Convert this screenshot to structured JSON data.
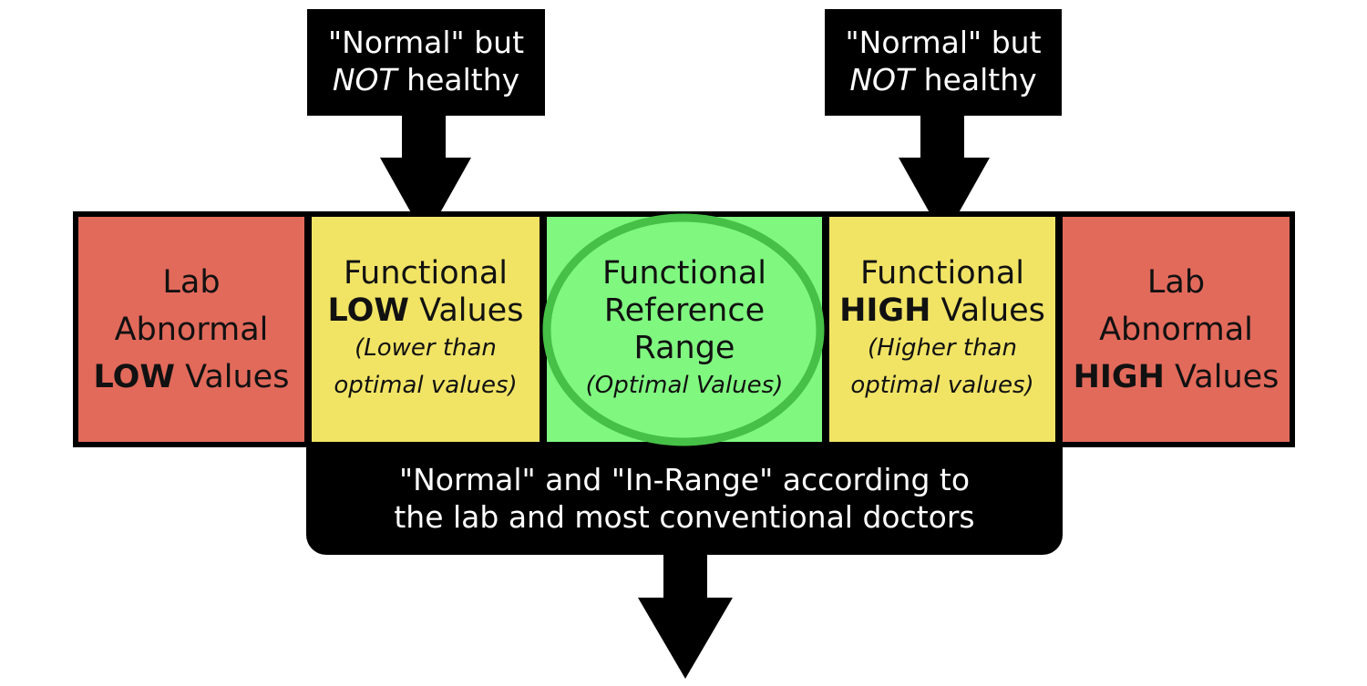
{
  "callouts": {
    "left": {
      "line1": "\"Normal\" but",
      "line2_emph": "NOT",
      "line2_rest": " healthy"
    },
    "right": {
      "line1": "\"Normal\" but",
      "line2_emph": "NOT",
      "line2_rest": " healthy"
    }
  },
  "cells": {
    "lab_low": {
      "l1": "Lab",
      "l2": "Abnormal",
      "l3_bold": "LOW",
      "l3_rest": " Values"
    },
    "func_low": {
      "l1": "Functional",
      "l2_bold": "LOW",
      "l2_rest": " Values",
      "s1": "(Lower than",
      "s2": "optimal values)"
    },
    "optimal": {
      "l1": "Functional",
      "l2": "Reference",
      "l3": "Range",
      "s1": "(Optimal Values)"
    },
    "func_high": {
      "l1": "Functional",
      "l2_bold": "HIGH",
      "l2_rest": " Values",
      "s1": "(Higher than",
      "s2": "optimal values)"
    },
    "lab_high": {
      "l1": "Lab",
      "l2": "Abnormal",
      "l3_bold": "HIGH",
      "l3_rest": " Values"
    }
  },
  "bottom_label": {
    "line1": "\"Normal\" and \"In-Range\" according to",
    "line2": "the lab and most conventional doctors"
  },
  "colors": {
    "red": "#e26a5b",
    "yellow": "#f1e465",
    "green": "#80f880",
    "green_ring": "#46c046",
    "black": "#000000"
  }
}
